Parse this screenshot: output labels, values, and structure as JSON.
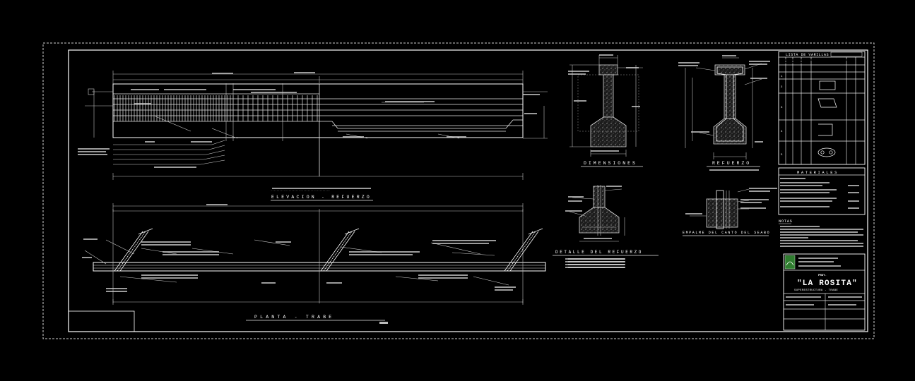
{
  "sections": {
    "elevation_title": "ELEVACION - REFUERZO",
    "plan_title": "PLANTA - TRABE",
    "dimensions_title": "DIMENSIONES",
    "reinforcement_title": "REFUERZO",
    "detail_title": "DETALLE DEL REFUERZO",
    "splice_title": "EMPALME DEL CANTO DEL SEABO"
  },
  "notes": {
    "notas_title": "NOTAS",
    "materials_title": "MATERIALES",
    "bar_list_title": "LISTA DE VARILLAS"
  },
  "title_block": {
    "project_label": "PROY.",
    "project_name": "\"LA ROSITA\"",
    "sheet_title": "SUPERESTRUCTURA - TRABE"
  },
  "bar_list_rows": [
    "1",
    "2",
    "3",
    "4",
    "5"
  ],
  "colors": {
    "background": "#000000",
    "lines": "#ffffff",
    "logo_green": "#2f7d2f"
  }
}
